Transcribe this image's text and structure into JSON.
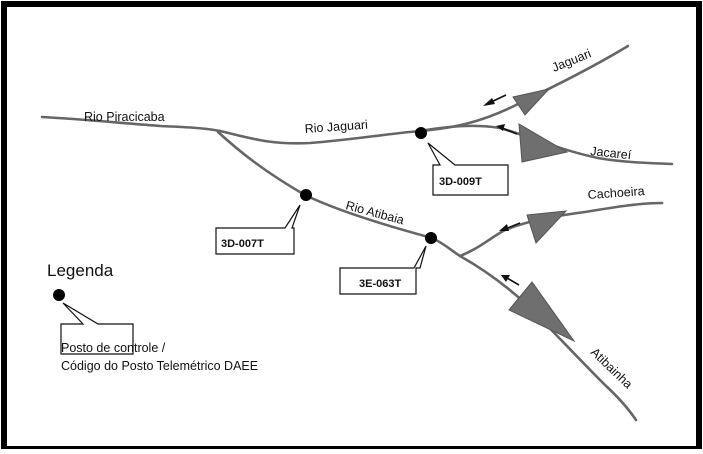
{
  "rivers": {
    "rio_piracicaba": "Rio Piracicaba",
    "rio_jaguari": "Rio Jaguari",
    "rio_atibaia": "Rio Atibaia",
    "jaguari": "Jaguari",
    "jacarei": "Jacareí",
    "cachoeira": "Cachoeira",
    "atibainha": "Atibainha"
  },
  "stations": {
    "s1": "3D-009T",
    "s2": "3D-007T",
    "s3": "3E-063T"
  },
  "legend": {
    "title": "Legenda",
    "line1": "Posto de controle /",
    "line2": "Código do Posto Telemétrico DAEE"
  },
  "colors": {
    "river": "#666666",
    "reservoir": "#6f6f6f",
    "frame": "#000000"
  }
}
